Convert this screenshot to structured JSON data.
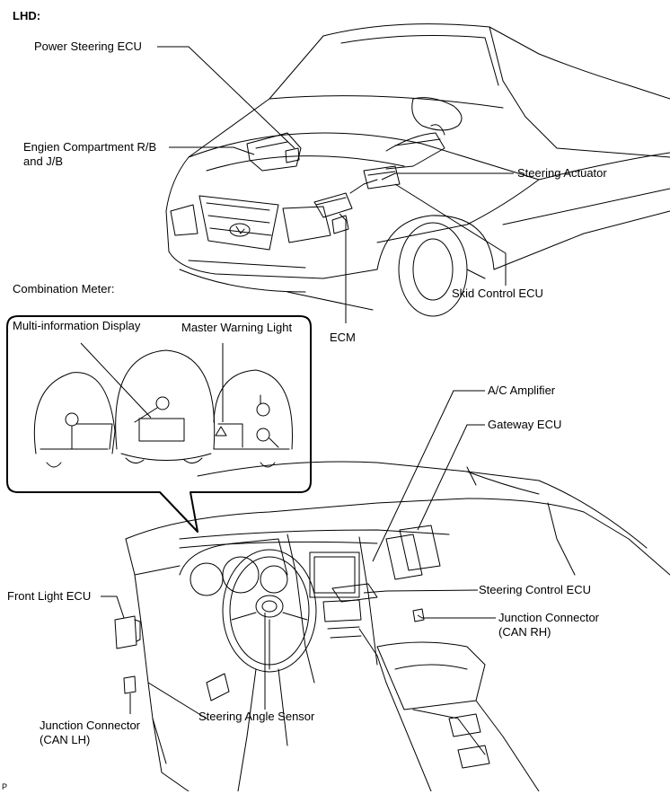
{
  "heading": "LHD:",
  "section_label": "Combination Meter:",
  "exterior_labels": {
    "power_steering_ecu": "Power Steering ECU",
    "engine_compartment_rb": "Engien Compartment R/B\nand J/B",
    "steering_actuator": "Steering Actuator",
    "skid_control_ecu": "Skid Control ECU",
    "ecm": "ECM"
  },
  "meter_labels": {
    "multi_information_display": "Multi-information Display",
    "master_warning_light": "Master Warning Light"
  },
  "interior_labels": {
    "ac_amplifier": "A/C Amplifier",
    "gateway_ecu": "Gateway ECU",
    "front_light_ecu": "Front Light ECU",
    "steering_control_ecu": "Steering Control ECU",
    "junction_connector_rh": "Junction Connector\n(CAN RH)",
    "junction_connector_lh": "Junction Connector\n(CAN LH)",
    "steering_angle_sensor": "Steering Angle Sensor"
  },
  "footer_mark": "P",
  "colors": {
    "line": "#000000",
    "background": "#ffffff"
  }
}
